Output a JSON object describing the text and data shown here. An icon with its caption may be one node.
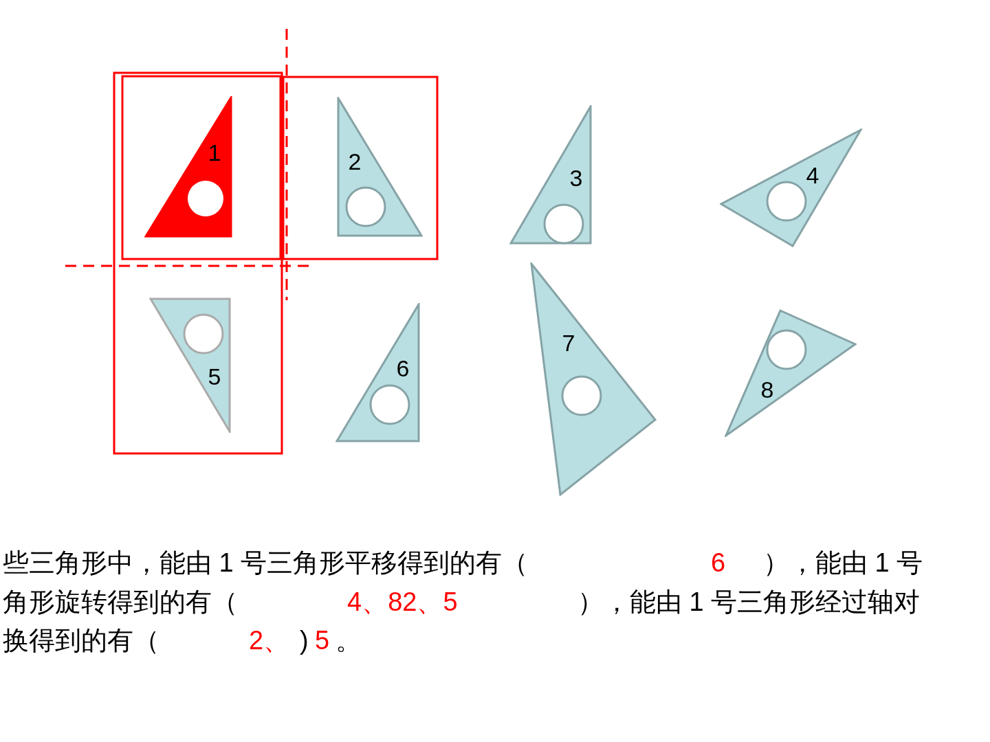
{
  "diagram": {
    "nodes": [
      {
        "text": [
          "1"
        ]
      },
      {
        "text": [
          "2"
        ]
      },
      {
        "text": [
          "3"
        ]
      },
      {
        "text": [
          "4"
        ]
      },
      {
        "text": [
          "5"
        ]
      },
      {
        "text": [
          "6"
        ]
      },
      {
        "text": [
          "7"
        ]
      },
      {
        "text": [
          "8"
        ]
      }
    ],
    "labels": [
      "些三角形中，能由 1 号三角形平移得到的有（",
      "6",
      "），能由 1 号",
      "角形旋转得到的有（",
      "4、82、5",
      "），能由 1 号三角形经过轴对",
      "换得到的有（",
      "2、",
      ")",
      "5",
      "。"
    ]
  }
}
